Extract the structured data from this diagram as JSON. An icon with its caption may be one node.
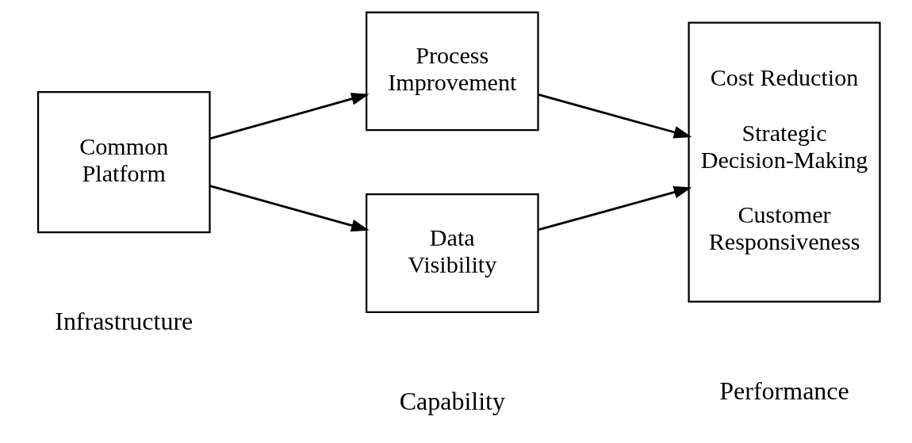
{
  "diagram": {
    "nodes": [
      {
        "text": [
          "Common Platform"
        ]
      },
      {
        "text": [
          "Process Improvement"
        ]
      },
      {
        "text": [
          "Data Visibility"
        ]
      },
      {
        "text": [
          "Cost Reduction",
          "Strategic Decision-Making",
          "Customer Responsiveness"
        ]
      }
    ],
    "edges": [
      {
        "from": 0,
        "to": 1,
        "arrow": "to"
      },
      {
        "from": 0,
        "to": 2,
        "arrow": "to"
      },
      {
        "from": 1,
        "to": 3,
        "arrow": "to"
      },
      {
        "from": 2,
        "to": 3,
        "arrow": "to"
      }
    ],
    "labels": [
      "Infrastructure",
      "Capability",
      "Performance"
    ]
  }
}
